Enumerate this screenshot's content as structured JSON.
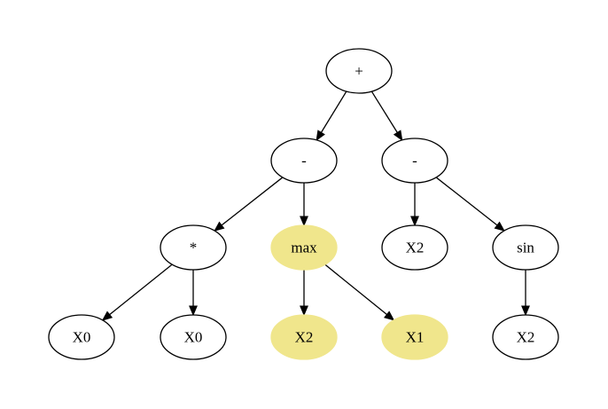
{
  "diagram": {
    "nodes": [
      {
        "id": "n0",
        "label": "+",
        "highlighted": false
      },
      {
        "id": "n1",
        "label": "-",
        "highlighted": false
      },
      {
        "id": "n2",
        "label": "-",
        "highlighted": false
      },
      {
        "id": "n3",
        "label": "*",
        "highlighted": false
      },
      {
        "id": "n4",
        "label": "max",
        "highlighted": true
      },
      {
        "id": "n5",
        "label": "X2",
        "highlighted": false
      },
      {
        "id": "n6",
        "label": "sin",
        "highlighted": false
      },
      {
        "id": "n7",
        "label": "X0",
        "highlighted": false
      },
      {
        "id": "n8",
        "label": "X0",
        "highlighted": false
      },
      {
        "id": "n9",
        "label": "X2",
        "highlighted": true
      },
      {
        "id": "n10",
        "label": "X1",
        "highlighted": true
      },
      {
        "id": "n11",
        "label": "X2",
        "highlighted": false
      }
    ],
    "edges": [
      {
        "from": "n0",
        "to": "n1"
      },
      {
        "from": "n0",
        "to": "n2"
      },
      {
        "from": "n1",
        "to": "n3"
      },
      {
        "from": "n1",
        "to": "n4"
      },
      {
        "from": "n2",
        "to": "n5"
      },
      {
        "from": "n2",
        "to": "n6"
      },
      {
        "from": "n3",
        "to": "n7"
      },
      {
        "from": "n3",
        "to": "n8"
      },
      {
        "from": "n4",
        "to": "n9"
      },
      {
        "from": "n4",
        "to": "n10"
      },
      {
        "from": "n6",
        "to": "n11"
      }
    ],
    "colors": {
      "node_fill": "#ffffff",
      "highlight_fill": "#f0e68c",
      "stroke": "#000000",
      "text": "#000000"
    }
  }
}
